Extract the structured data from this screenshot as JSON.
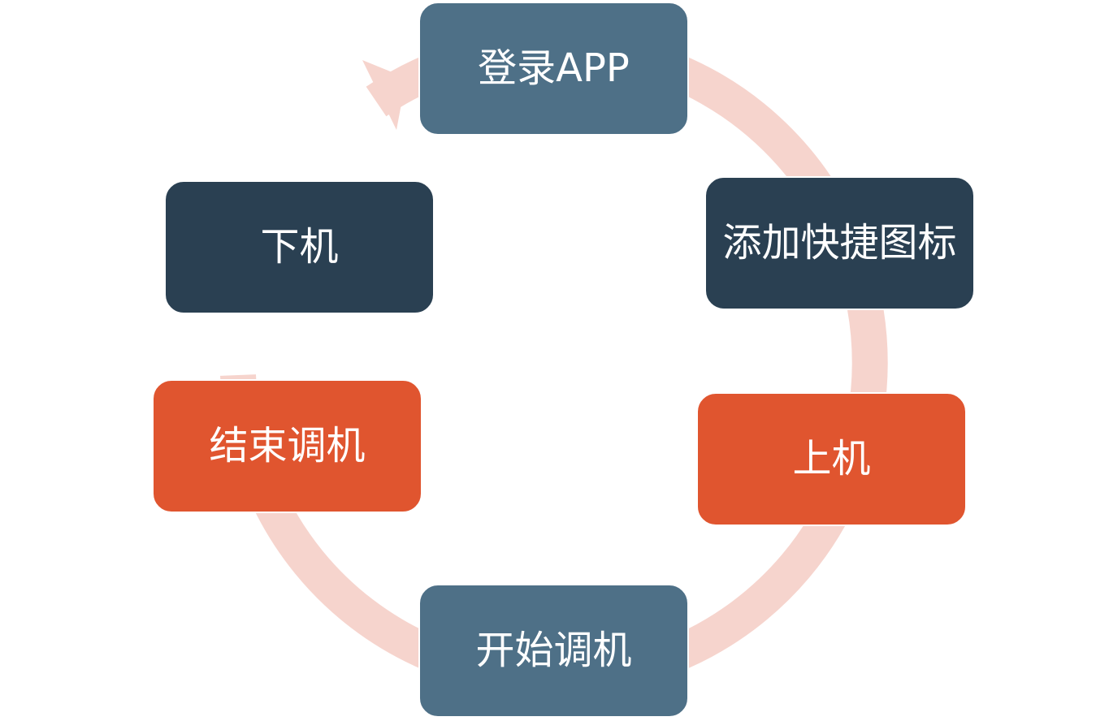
{
  "colors": {
    "ring": "#F6D4CD",
    "background": "#FFFFFF",
    "text": "#FFFFFF",
    "slate_blue": "#4E7087",
    "dark_navy": "#2A4052",
    "orange": "#E0552F"
  },
  "arrow": {
    "direction": "clockwise"
  },
  "steps": [
    {
      "label": "登录APP",
      "color": "#4E7087"
    },
    {
      "label": "添加快捷图标",
      "color": "#2A4052"
    },
    {
      "label": "上机",
      "color": "#E0552F"
    },
    {
      "label": "开始调机",
      "color": "#4E7087"
    },
    {
      "label": "结束调机",
      "color": "#E0552F"
    },
    {
      "label": "下机",
      "color": "#2A4052"
    }
  ]
}
